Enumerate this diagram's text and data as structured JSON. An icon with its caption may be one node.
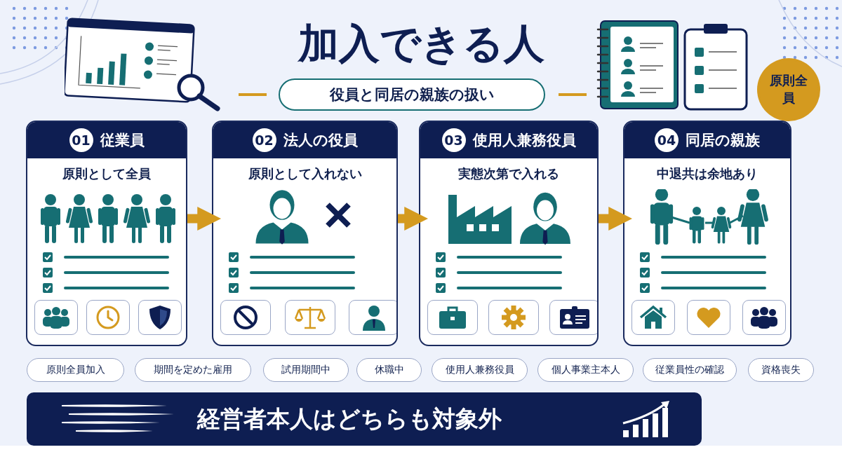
{
  "diagram": {
    "title": "加入できる人",
    "nodes": [
      {
        "text": [
          "役員と同居の親族の扱い"
        ]
      },
      {
        "text": [
          "原則全員"
        ]
      },
      {
        "text": [
          "01",
          "従業員",
          "原則として全員"
        ]
      },
      {
        "text": [
          "02",
          "法人の役員",
          "原則として入れない"
        ]
      },
      {
        "text": [
          "03",
          "使用人兼務役員",
          "実態次第で入れる"
        ]
      },
      {
        "text": [
          "04",
          "同居の親族",
          "中退共は余地あり"
        ]
      },
      {
        "text": [
          "原則全員加入"
        ]
      },
      {
        "text": [
          "期間を定めた雇用"
        ]
      },
      {
        "text": [
          "試用期間中"
        ]
      },
      {
        "text": [
          "休職中"
        ]
      },
      {
        "text": [
          "使用人兼務役員"
        ]
      },
      {
        "text": [
          "個人事業主本人"
        ]
      },
      {
        "text": [
          "従業員性の確認"
        ]
      },
      {
        "text": [
          "資格喪失"
        ]
      },
      {
        "text": [
          "経営者本人はどちらも対象外"
        ]
      }
    ],
    "edges": [
      {
        "from": 2,
        "to": 3,
        "arrow": "to"
      },
      {
        "from": 3,
        "to": 4,
        "arrow": "to"
      },
      {
        "from": 4,
        "to": 5,
        "arrow": "to"
      }
    ]
  }
}
